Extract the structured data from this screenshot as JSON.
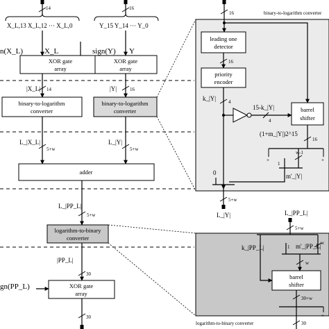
{
  "left": {
    "x_bits": "14",
    "y_bits": "16",
    "x_vector": "X_L,13 X_L,12 ··· X_L,0",
    "y_vector": "Y_15 Y_14 ··· Y_0",
    "sign_x": "n(X_L)",
    "x_l": "X_L",
    "sign_y": "sign(Y)",
    "y": "Y",
    "xor_left": [
      "XOR gate",
      "array"
    ],
    "xor_right": [
      "XOR gate",
      "array"
    ],
    "abs_x": "|X_L|",
    "abs_y": "|Y|",
    "abs_x_bits": "14",
    "abs_y_bits": "16",
    "b2l_left": [
      "binary-to-logarithm",
      "converter"
    ],
    "b2l_right": [
      "binary-to-logarithm",
      "converter"
    ],
    "l_x": "L_|X_L|",
    "l_y": "L_|Y|",
    "l_bits": "5+w",
    "adder": "adder",
    "l_pp": "L_|PP_L|",
    "l_pp_bits": "5+w",
    "l2b": [
      "logarithm-to-binary",
      "converter"
    ],
    "pp_hat": "|PP_L|",
    "pp_bits": "30",
    "sign_pp": "gn(PP_L)",
    "xor_bottom": [
      "XOR gate",
      "array"
    ],
    "out_bits": "30"
  },
  "b2l_detail": {
    "title": "binary-to-logarithm converter",
    "in_bits": "16",
    "leading_one": [
      "leading one",
      "detector"
    ],
    "priority": [
      "priority",
      "encoder"
    ],
    "k": "k_|Y|",
    "k_bits": "4",
    "shift_amount": "15-k_|Y|",
    "shift_bits": "4",
    "barrel": [
      "barrel",
      "shifter"
    ],
    "barrel_in": "16",
    "shift_out": "(1+m_|Y|)2^15",
    "shift_out_bits": "16",
    "w_minus_1": "w-1",
    "one": "1",
    "m": "m'_|Y|",
    "zero": "0",
    "out": "L_|Y|",
    "out_bits": "5+w"
  },
  "l2b_detail": {
    "title": "logarithm-to-binary converter",
    "in": "L_|PP_L|",
    "in_bits": "5+w",
    "k": "k_|PP_L|",
    "one": "1",
    "m": "m'_|PP_L|",
    "w": "w",
    "w2": "w",
    "barrel": [
      "barrel",
      "shifter"
    ],
    "out_bits": "30+w",
    "final_bits": "30"
  },
  "colors": {
    "panel": "#e6e6e6",
    "panel_dark": "#c8c8c8",
    "line": "#000000"
  }
}
